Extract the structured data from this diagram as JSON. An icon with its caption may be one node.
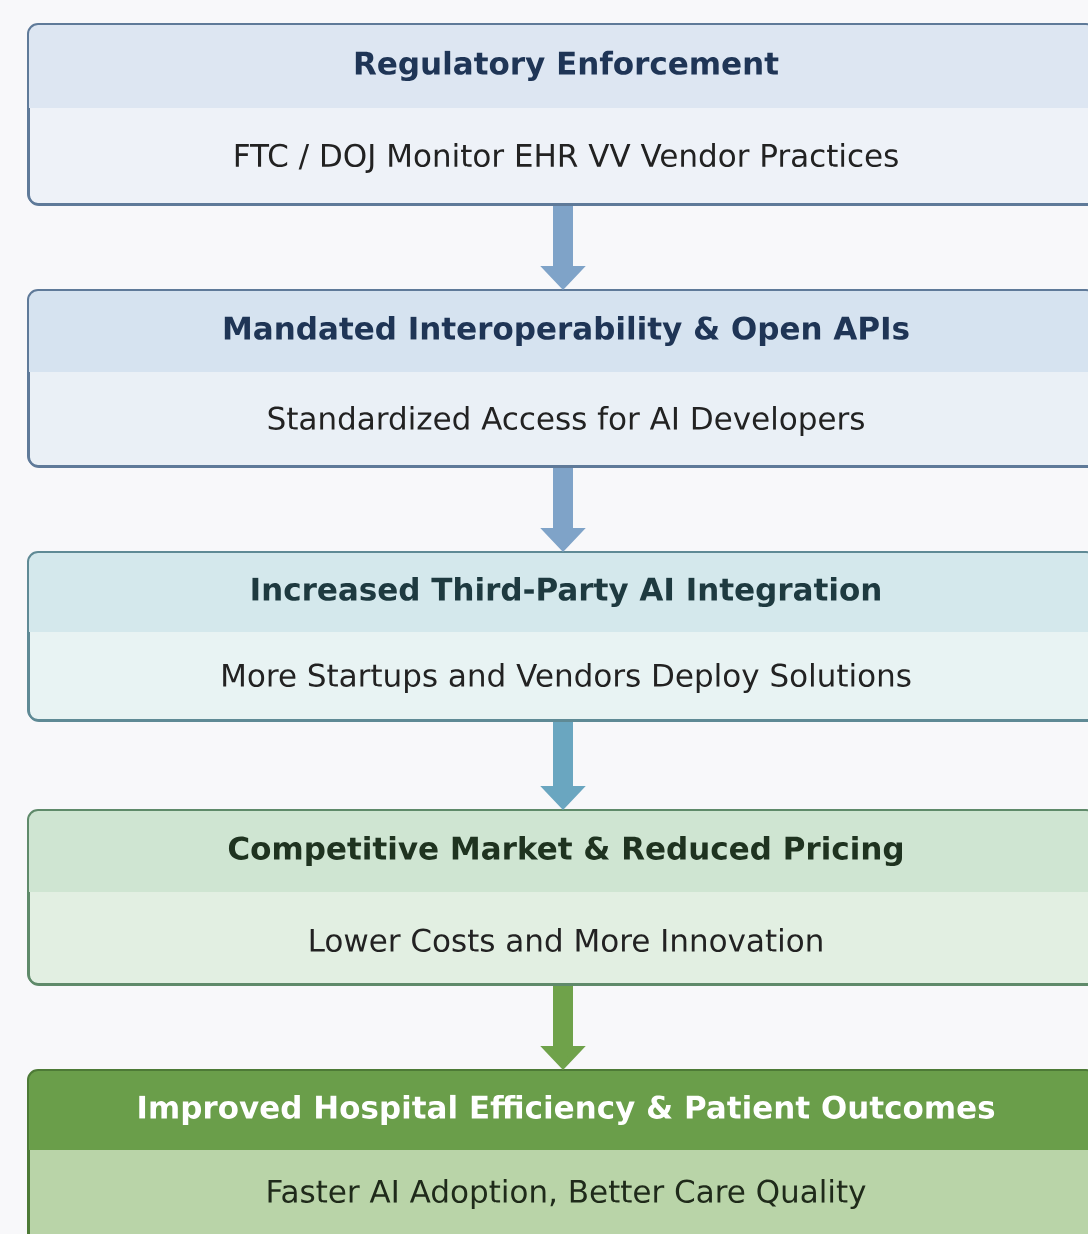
{
  "diagram": {
    "nodes": [
      {
        "text": [
          "Regulatory Enforcement",
          "FTC / DOJ Monitor EHR VV Vendor Practices"
        ]
      },
      {
        "text": [
          "Mandated Interoperability & Open APIs",
          "Standardized Access for AI Developers"
        ]
      },
      {
        "text": [
          "Increased Third-Party AI Integration",
          "More Startups and Vendors Deploy Solutions"
        ]
      },
      {
        "text": [
          "Competitive Market & Reduced Pricing",
          "Lower Costs and More Innovation"
        ]
      },
      {
        "text": [
          "Improved Hospital Efficiency & Patient Outcomes",
          "Faster AI Adoption, Better Care Quality"
        ]
      }
    ],
    "edges": [
      {
        "from": 0,
        "to": 1,
        "arrow": "to",
        "color": "#7fa3c8"
      },
      {
        "from": 1,
        "to": 2,
        "arrow": "to",
        "color": "#7fa3c8"
      },
      {
        "from": 2,
        "to": 3,
        "arrow": "to",
        "color": "#6aa6c0"
      },
      {
        "from": 3,
        "to": 4,
        "arrow": "to",
        "color": "#6fa24a"
      }
    ]
  }
}
